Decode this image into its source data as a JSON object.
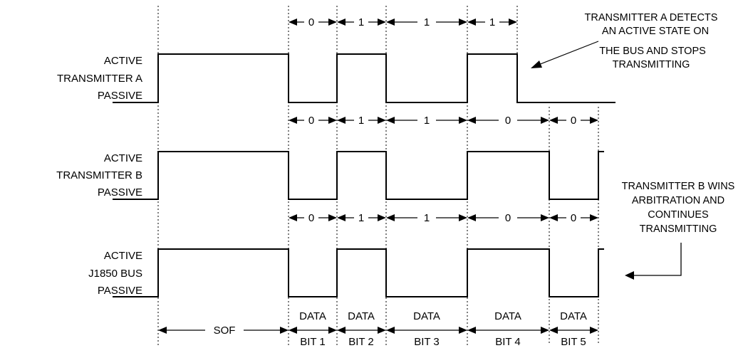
{
  "signals": [
    {
      "id": "transmitter-a",
      "labels": [
        "ACTIVE",
        "TRANSMITTER A",
        "PASSIVE"
      ],
      "levels": [
        "passive",
        "active",
        "passive",
        "active",
        "passive",
        "active",
        "passive"
      ],
      "bits": [
        "0",
        "1",
        "1",
        "1"
      ]
    },
    {
      "id": "transmitter-b",
      "labels": [
        "ACTIVE",
        "TRANSMITTER B",
        "PASSIVE"
      ],
      "levels": [
        "passive",
        "active",
        "passive",
        "active",
        "passive",
        "active",
        "passive",
        "active"
      ],
      "bits": [
        "0",
        "1",
        "1",
        "0",
        "0"
      ]
    },
    {
      "id": "j1850-bus",
      "labels": [
        "ACTIVE",
        "J1850 BUS",
        "PASSIVE"
      ],
      "levels": [
        "passive",
        "active",
        "passive",
        "active",
        "passive",
        "active",
        "passive",
        "active"
      ],
      "bits": [
        "0",
        "1",
        "1",
        "0",
        "0"
      ]
    }
  ],
  "segments": [
    {
      "id": "sof",
      "line1": "SOF",
      "line2": ""
    },
    {
      "id": "data-bit-1",
      "line1": "DATA",
      "line2": "BIT 1"
    },
    {
      "id": "data-bit-2",
      "line1": "DATA",
      "line2": "BIT 2"
    },
    {
      "id": "data-bit-3",
      "line1": "DATA",
      "line2": "BIT 3"
    },
    {
      "id": "data-bit-4",
      "line1": "DATA",
      "line2": "BIT 4"
    },
    {
      "id": "data-bit-5",
      "line1": "DATA",
      "line2": "BIT 5"
    }
  ],
  "annotations": {
    "transmitter_a_stops": [
      "TRANSMITTER A DETECTS",
      "AN ACTIVE STATE ON",
      "THE BUS AND STOPS",
      "TRANSMITTING"
    ],
    "transmitter_b_wins": [
      "TRANSMITTER B WINS",
      "ARBITRATION AND",
      "CONTINUES",
      "TRANSMITTING"
    ]
  }
}
